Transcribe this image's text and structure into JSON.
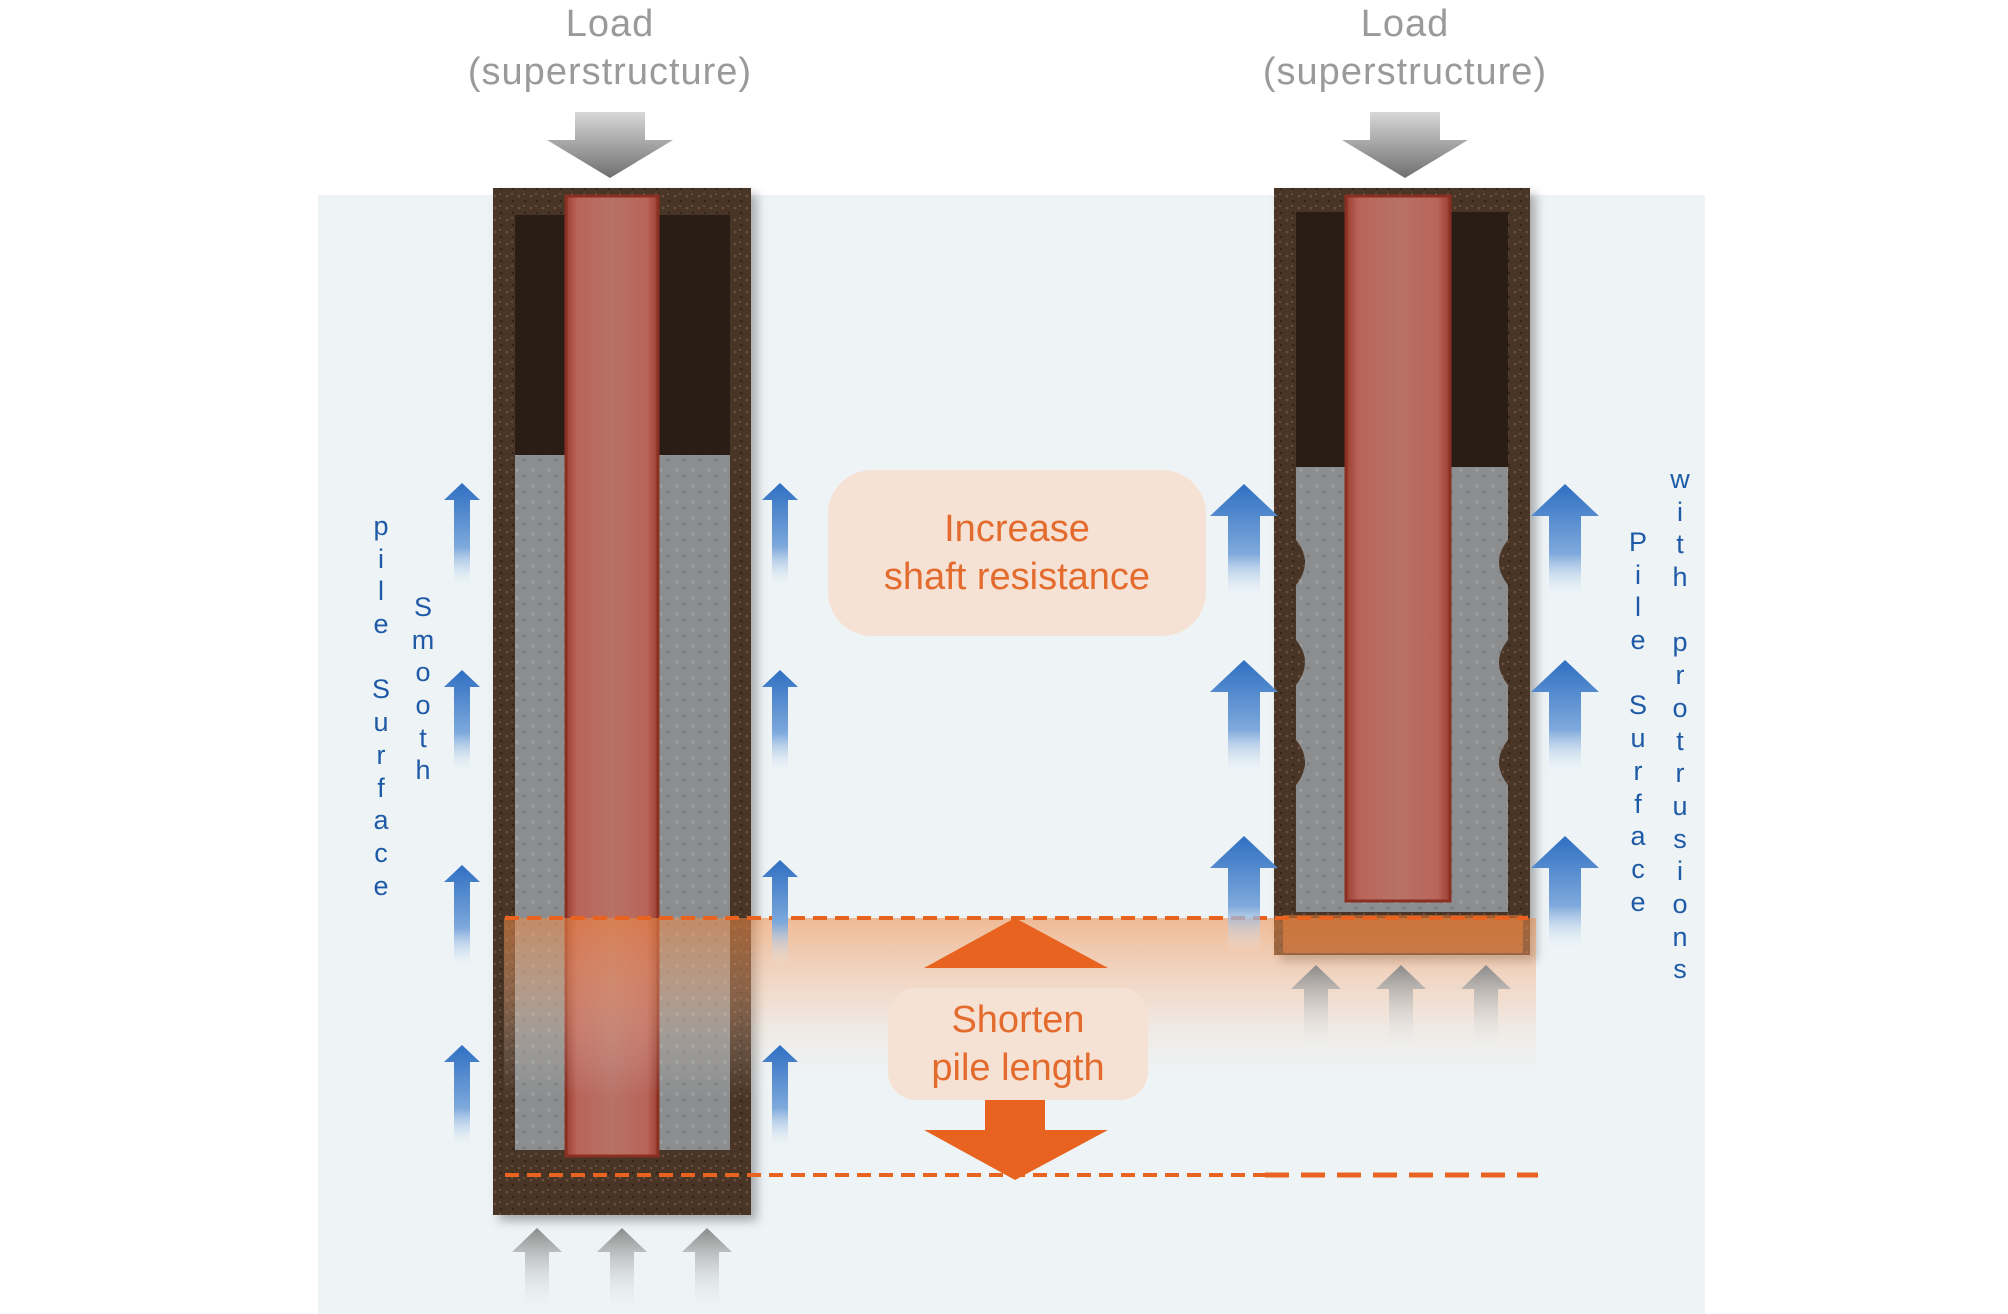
{
  "left_pile": {
    "load_line1": "Load",
    "load_line2": "(superstructure)",
    "surface_word1": "pile Surface",
    "surface_word2": "Smooth"
  },
  "right_pile": {
    "load_line1": "Load",
    "load_line2": "(superstructure)",
    "surface_word1": "Pile Surface",
    "surface_word2": "with protrusions"
  },
  "callouts": {
    "shaft_line1": "Increase",
    "shaft_line2": "shaft resistance",
    "length_line1": "Shorten",
    "length_line2": "pile length"
  },
  "colors": {
    "soil": "#4a3527",
    "steel": "#b96a5f",
    "grout": "#8b8d8e",
    "accent_orange": "#e7631f",
    "arrow_blue": "#2f6fc2",
    "arrow_gray": "#8d8d8d",
    "label_blue": "#1f5aa6",
    "background": "#eef4f6"
  }
}
